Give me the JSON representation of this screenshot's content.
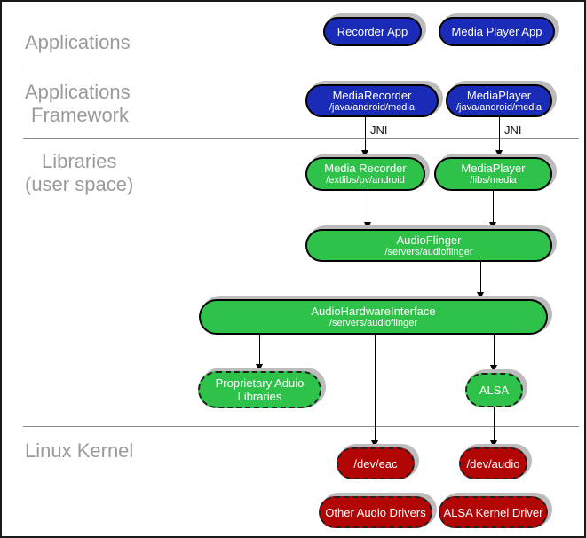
{
  "colors": {
    "applications_blue": "#1a2bb8",
    "userspace_green": "#2ec24a",
    "kernel_red": "#b20505",
    "shadow_gray": "#bcbcbc",
    "label_gray": "#9a9a9a",
    "divider_gray": "#8c8c8c"
  },
  "section_labels": {
    "applications": "Applications",
    "framework_line1": "Applications",
    "framework_line2": "Framework",
    "libraries_line1": "Libraries",
    "libraries_line2": "(user space)",
    "kernel": "Linux Kernel"
  },
  "annotations": {
    "jni1": "JNI",
    "jni2": "JNI"
  },
  "nodes": {
    "recorder_app": {
      "title": "Recorder App"
    },
    "media_player_app": {
      "title": "Media Player App"
    },
    "media_recorder_fw": {
      "title": "MediaRecorder",
      "path": "/java/android/media"
    },
    "media_player_fw": {
      "title": "MediaPlayer",
      "path": "/java/android/media"
    },
    "media_recorder_lib": {
      "title": "Media Recorder",
      "path": "/extlibs/pv/android"
    },
    "media_player_lib": {
      "title": "MediaPlayer",
      "path": "/libs/media"
    },
    "audio_flinger": {
      "title": "AudioFlinger",
      "path": "/servers/audioflinger"
    },
    "audio_hardware_interface": {
      "title": "AudioHardwareInterface",
      "path": "/servers/audioflinger"
    },
    "proprietary_audio": {
      "title_line1": "Proprietary Aduio",
      "title_line2": "Libraries"
    },
    "alsa": {
      "title": "ALSA"
    },
    "dev_eac": {
      "title": "/dev/eac"
    },
    "dev_audio": {
      "title": "/dev/audio"
    },
    "other_audio_drivers": {
      "title": "Other Audio Drivers"
    },
    "alsa_kernel_driver": {
      "title": "ALSA Kernel Driver"
    }
  }
}
